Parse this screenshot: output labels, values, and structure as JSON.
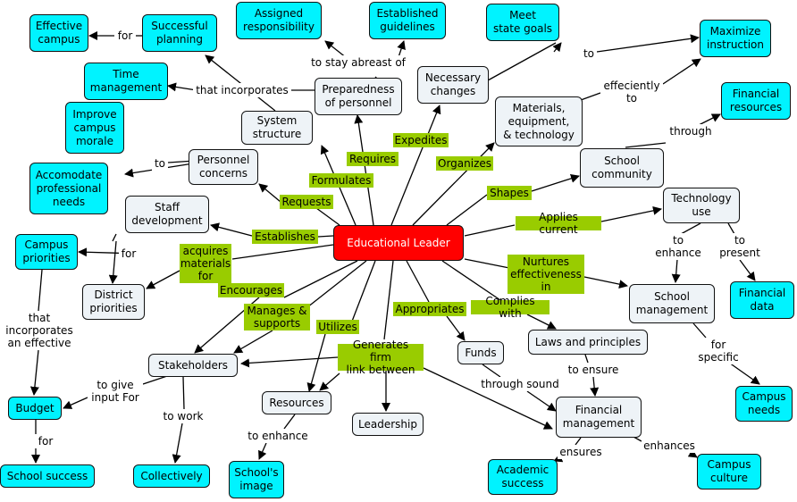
{
  "nodes": {
    "educational_leader": "Educational Leader",
    "effective_campus": "Effective\ncampus",
    "successful_planning": "Successful\nplanning",
    "time_management": "Time\nmanagement",
    "assigned_responsibility": "Assigned\nresponsibility",
    "established_guidelines": "Established\nguidelines",
    "meet_state_goals": "Meet\nstate goals",
    "maximize_instruction": "Maximize\ninstruction",
    "improve_campus_morale": "Improve\ncampus\nmorale",
    "system_structure": "System\nstructure",
    "preparedness_personnel": "Preparedness\nof personnel",
    "necessary_changes": "Necessary\nchanges",
    "materials_equipment": "Materials,\nequipment,\n& technology",
    "financial_resources": "Financial\nresources",
    "accomodate_needs": "Accomodate\nprofessional\nneeds",
    "personnel_concerns": "Personnel\nconcerns",
    "school_community": "School\ncommunity",
    "staff_development": "Staff\ndevelopment",
    "technology_use": "Technology\nuse",
    "campus_priorities": "Campus\npriorities",
    "district_priorities": "District\npriorities",
    "financial_data": "Financial\ndata",
    "school_management": "School\nmanagement",
    "stakeholders": "Stakeholders",
    "funds": "Funds",
    "laws_principles": "Laws and principles",
    "resources": "Resources",
    "leadership": "Leadership",
    "financial_management": "Financial\nmanagement",
    "budget": "Budget",
    "campus_needs": "Campus\nneeds",
    "school_success": "School success",
    "collectively": "Collectively",
    "schools_image": "School's\nimage",
    "academic_success": "Academic\nsuccess",
    "campus_culture": "Campus\nculture"
  },
  "labels": {
    "for_effective": "for",
    "that_incorporates": "that incorporates",
    "to_stay_abreast": "to stay abreast of",
    "to_meet": "to",
    "effeciently_to": "effeciently\nto",
    "to_improve": "to",
    "through_fin": "through",
    "requires": "Requires",
    "expedites": "Expedites",
    "formulates": "Formulates",
    "organizes": "Organizes",
    "requests": "Requests",
    "shapes": "Shapes",
    "establishes": "Establishes",
    "applies_current": "Applies current",
    "acquires_materials": "acquires\nmaterials\nfor",
    "for_district": "for",
    "to_enhance_mgmt": "to\nenhance",
    "to_present": "to\npresent",
    "encourages": "Encourages",
    "nurtures": "Nurtures\neffectiveness\nin",
    "that_incorporates_effective": "that\nincorporates\nan effective",
    "manages_supports": "Manages &\nsupports",
    "utilizes": "Utilizes",
    "appropriates": "Appropriates",
    "complies_with": "Complies with",
    "for_specific": "for\nspecific",
    "generates_link": "Generates firm\nlink between",
    "to_ensure": "to ensure",
    "to_give_input": "to give\ninput For",
    "through_sound": "through   sound",
    "to_work": "to work",
    "to_enhance_image": "to enhance",
    "for_school_success": "for",
    "ensures": "ensures",
    "enhances": "enhances"
  },
  "colors": {
    "leaf_fill": "#00f3ff",
    "concept_fill": "#eef3f7",
    "center_fill": "#ff0000",
    "link_label_fill": "#99cc00",
    "edge": "#000000"
  }
}
